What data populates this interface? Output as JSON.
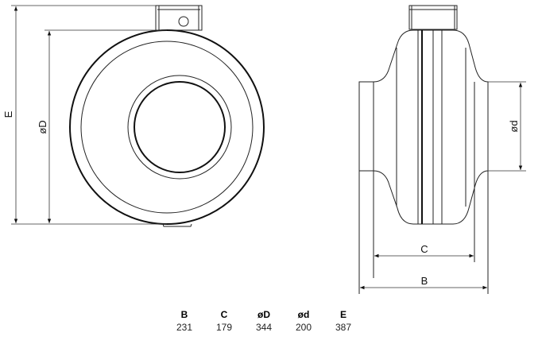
{
  "labels": {
    "E": "E",
    "D": "øD",
    "d": "ød",
    "C": "C",
    "B": "B"
  },
  "table": {
    "headers": [
      "B",
      "C",
      "øD",
      "ød",
      "E"
    ],
    "values": [
      "231",
      "179",
      "344",
      "200",
      "387"
    ]
  }
}
